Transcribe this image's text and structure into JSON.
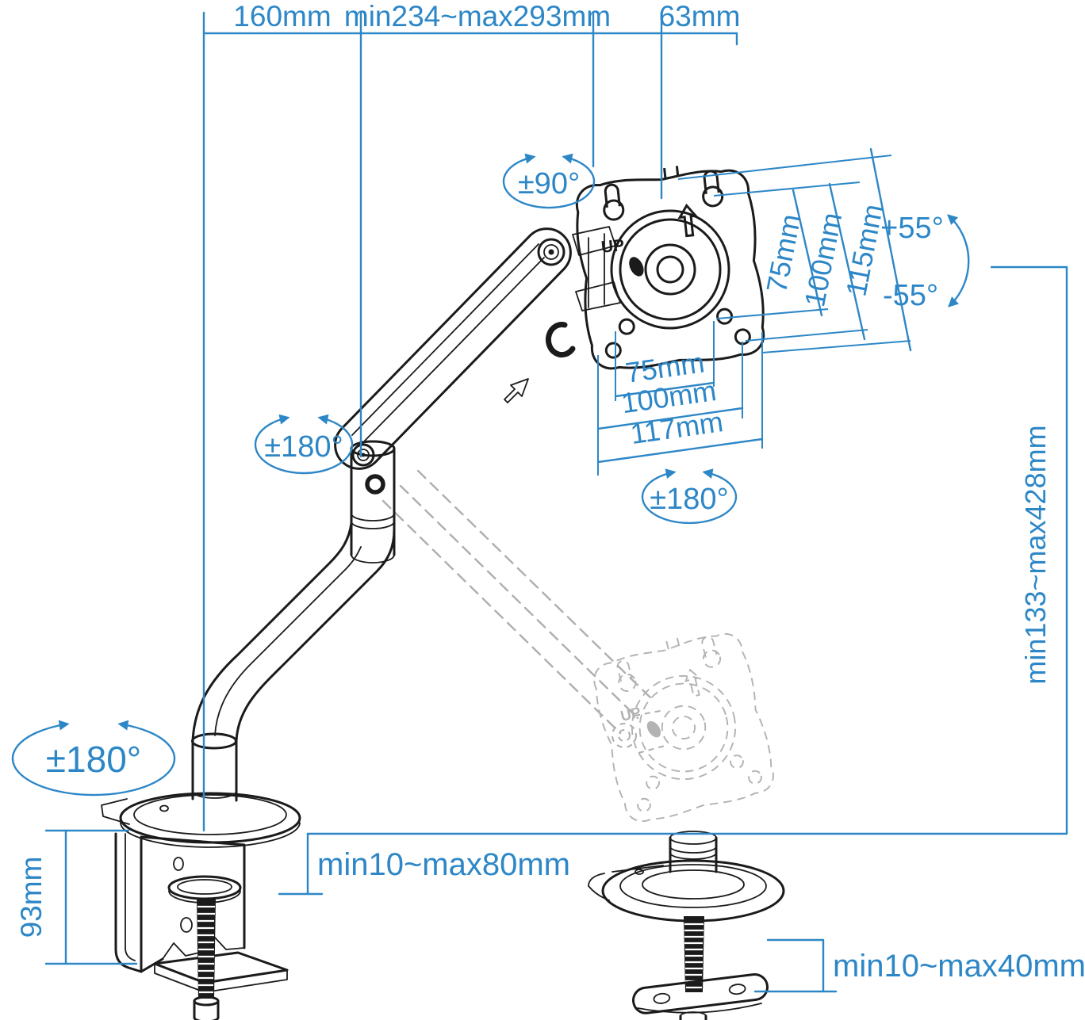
{
  "figure": {
    "type": "technical-dimension-diagram",
    "subject": "gas-spring single monitor desk mount arm with clamp and grommet base",
    "colors": {
      "annotation_blue": "#2d87c7",
      "line_art": "#1b1b1b",
      "ghost_gray": "#aeaeae",
      "background": "#ffffff"
    },
    "annotations": {
      "top": {
        "arm_offset": "160mm",
        "arm_reach": "min234~max293mm",
        "head_offset": "63mm"
      },
      "rotation": {
        "head_swivel": "±90°",
        "elbow_swivel": "±180°",
        "vesa_rotate": "±180°",
        "base_swivel": "±180°"
      },
      "tilt": {
        "up": "+55°",
        "down": "-55°"
      },
      "vesa_vertical": {
        "v75": "75mm",
        "v100": "100mm",
        "v115": "115mm"
      },
      "vesa_horizontal": {
        "h75": "75mm",
        "h100": "100mm",
        "h117": "117mm"
      },
      "height_range": "min133~max428mm",
      "clamp": {
        "bracket_height": "93mm",
        "desk_thickness": "min10~max80mm"
      },
      "grommet": {
        "desk_thickness": "min10~max40mm"
      },
      "vesa_up_marking": "UP"
    }
  }
}
